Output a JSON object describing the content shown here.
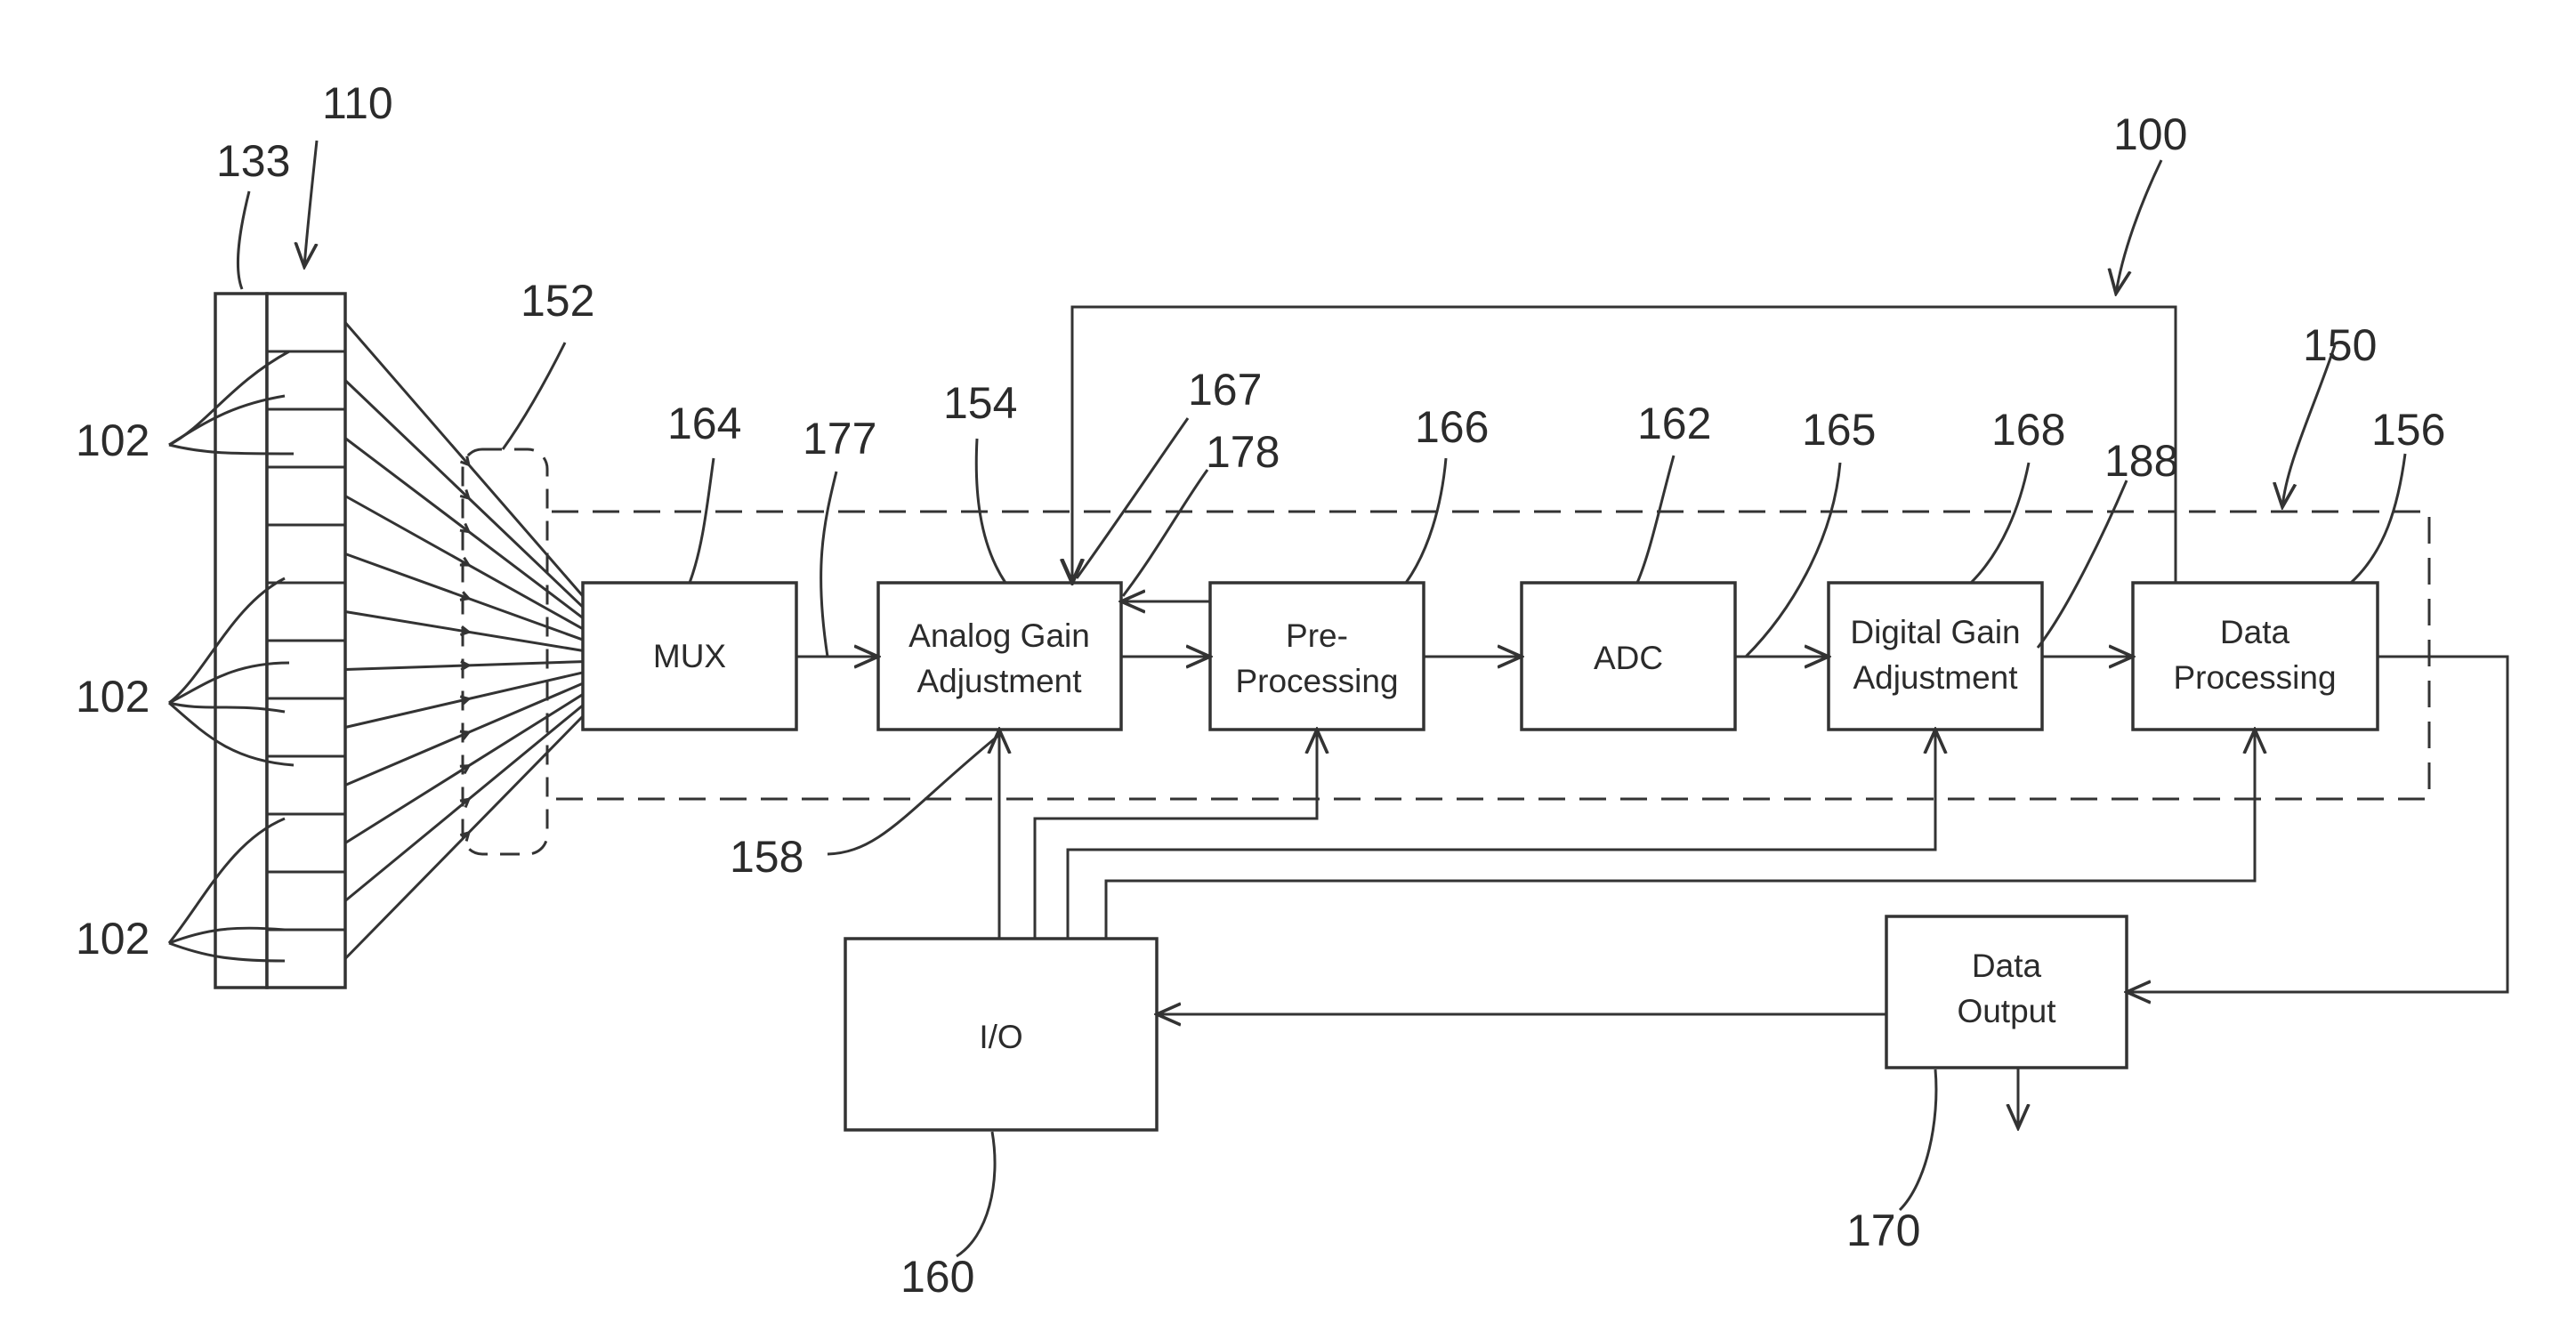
{
  "colors": {
    "line": "#333333",
    "text": "#2b2b2b",
    "background": "#ffffff"
  },
  "blocks": {
    "mux": "MUX",
    "analog_1": "Analog Gain",
    "analog_2": "Adjustment",
    "pre_1": "Pre-",
    "pre_2": "Processing",
    "adc": "ADC",
    "digital_1": "Digital Gain",
    "digital_2": "Adjustment",
    "dataproc_1": "Data",
    "dataproc_2": "Processing",
    "io": "I/O",
    "dataout_1": "Data",
    "dataout_2": "Output"
  },
  "refs": {
    "r100": "100",
    "r110": "110",
    "r133": "133",
    "r152": "152",
    "r102_a": "102",
    "r102_b": "102",
    "r102_c": "102",
    "r164": "164",
    "r177": "177",
    "r154": "154",
    "r167": "167",
    "r178": "178",
    "r166": "166",
    "r162": "162",
    "r165": "165",
    "r168": "168",
    "r188": "188",
    "r150": "150",
    "r156": "156",
    "r158": "158",
    "r160": "160",
    "r170": "170"
  }
}
